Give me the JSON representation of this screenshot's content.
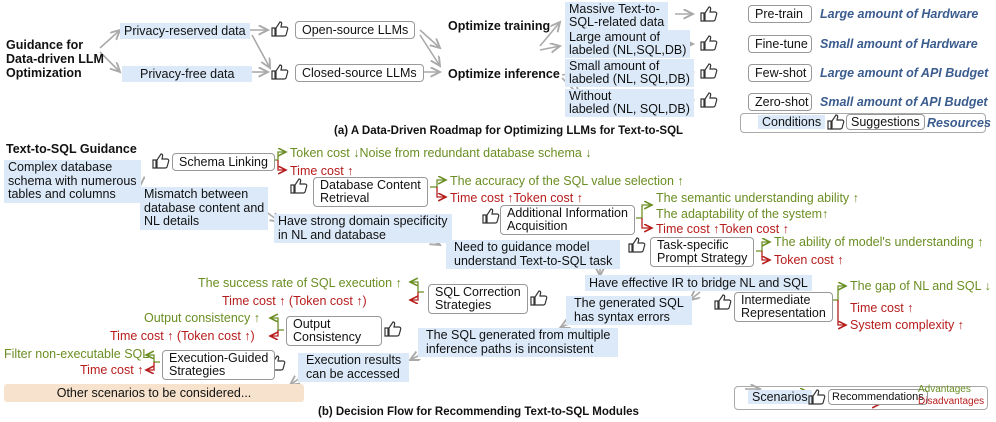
{
  "partA": {
    "title": "Guidance for Data-driven LLM Optimization",
    "title_lines": [
      "Guidance for",
      "Data-driven LLM",
      "Optimization"
    ],
    "conditions": {
      "privacy_reserved": "Privacy-reserved data",
      "privacy_free": "Privacy-free data",
      "massive": [
        "Massive Text-to-",
        "SQL-related data"
      ],
      "large_labeled": [
        "Large amount of",
        "labeled (NL,SQL,DB)"
      ],
      "small_labeled": [
        "Small amount of",
        "labeled (NL, SQL,DB)"
      ],
      "without_labeled": [
        "Without",
        "labeled (NL, SQL,DB)"
      ]
    },
    "models": {
      "open": "Open-source LLMs",
      "closed": "Closed-source LLMs"
    },
    "goals": {
      "training": "Optimize training",
      "inference": "Optimize inference"
    },
    "methods": {
      "pretrain": "Pre-train",
      "finetune": "Fine-tune",
      "fewshot": "Few-shot",
      "zeroshot": "Zero-shot"
    },
    "resources": {
      "pretrain": "Large amount of  Hardware",
      "finetune": "Small amount of Hardware",
      "fewshot": "Large amount of API Budget",
      "zeroshot": "Small amount of API  Budget"
    },
    "legend": {
      "conditions": "Conditions",
      "suggestions": "Suggestions",
      "resources": "Resources"
    },
    "caption": "(a)  A Data-Driven Roadmap for Optimizing LLMs for Text-to-SQL"
  },
  "partB": {
    "title": "Text-to-SQL Guidance",
    "scenarios": {
      "complex_schema": [
        "Complex database",
        "schema with numerous",
        "tables and columns"
      ],
      "mismatch": [
        "Mismatch between",
        "database content and",
        "NL details"
      ],
      "domain": [
        "Have strong domain specificity",
        "in NL and database"
      ],
      "guidance": [
        "Need to guidance model",
        "understand Text-to-SQL task"
      ],
      "effective_ir": "Have effective IR to bridge NL and SQL",
      "syntax": [
        "The generated SQL",
        "has syntax errors"
      ],
      "inconsistent": [
        "The SQL generated from multiple",
        "inference paths is inconsistent"
      ],
      "exec_access": [
        "Execution results",
        "can be accessed"
      ],
      "other": "Other scenarios to be considered..."
    },
    "modules": {
      "schema_linking": "Schema Linking",
      "db_content": [
        "Database Content",
        "Retrieval"
      ],
      "additional_info": [
        "Additional Information",
        "Acquisition"
      ],
      "task_prompt": [
        "Task-specific",
        "Prompt Strategy"
      ],
      "intermediate": [
        "Intermediate",
        "Representation"
      ],
      "sql_correction": [
        "SQL Correction",
        "Strategies"
      ],
      "output_consistency": [
        "Output",
        "Consistency"
      ],
      "execution_guided": [
        "Execution-Guided",
        "Strategies"
      ]
    },
    "advantages": {
      "schema_linking": "Token cost ↓Noise from redundant database schema  ↓",
      "db_content": "The accuracy of the SQL value selection ↑",
      "additional_info_1": "The semantic understanding ability ↑",
      "additional_info_2": "The adaptability of the system↑",
      "task_prompt": "The ability of model's understanding  ↑",
      "intermediate": "The gap of NL and SQL ↓",
      "sql_correction": "The success rate of SQL execution ↑",
      "output_consistency": "Output consistency ↑",
      "execution_guided": "Filter non-executable SQL"
    },
    "disadvantages": {
      "schema_linking": "Time cost ↑",
      "db_content": "Time cost ↑Token cost ↑",
      "additional_info": "Time cost ↑Token cost ↑",
      "task_prompt": "Token cost ↑",
      "intermediate_1": "Time cost ↑",
      "intermediate_2": "System complexity ↑",
      "sql_correction": "Time cost ↑ (Token cost ↑)",
      "output_consistency": "Time cost ↑ (Token cost ↑)",
      "execution_guided": "Time cost ↑"
    },
    "legend": {
      "scenarios": "Scenarios",
      "recommendations": "Recommendations",
      "advantages": "Advantages",
      "disadvantages": "Disadvantages"
    },
    "caption": "(b)  Decision Flow for Recommending Text-to-SQL Modules"
  },
  "colors": {
    "condition_bg": "#dbe9f8",
    "resource": "#3b5c8e",
    "advantage": "#6b8e23",
    "disadvantage": "#b71c1c",
    "other_bg": "#f7e3cd"
  }
}
